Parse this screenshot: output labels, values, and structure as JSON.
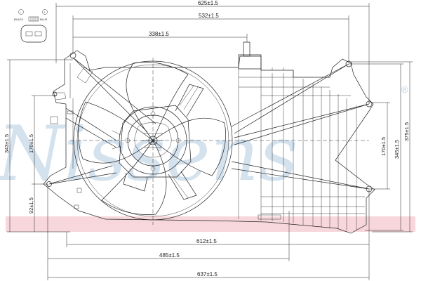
{
  "watermark": {
    "brand": "Nissens",
    "registered": "®"
  },
  "connector": {
    "minus_symbol": "−",
    "plus_symbol": "+",
    "minus_label": "BLACK",
    "plus_label": "BLUE"
  },
  "dimensions": {
    "top_overall": "625±1.5",
    "top_mid": "532±1.5",
    "top_inner": "338±1.5",
    "left_overall": "343±1.5",
    "left_mid": "170±1.5",
    "left_low": "92±1.5",
    "right_inner": "170±1.5",
    "right_mid": "345±1.5",
    "right_outer": "375±1.5",
    "bottom_612": "612±1.5",
    "bottom_485": "485±1.5",
    "bottom_637": "637±1.5"
  },
  "colors": {
    "watermark": "#b8cfe4",
    "band": "#f4c9cf",
    "line": "#222222"
  }
}
